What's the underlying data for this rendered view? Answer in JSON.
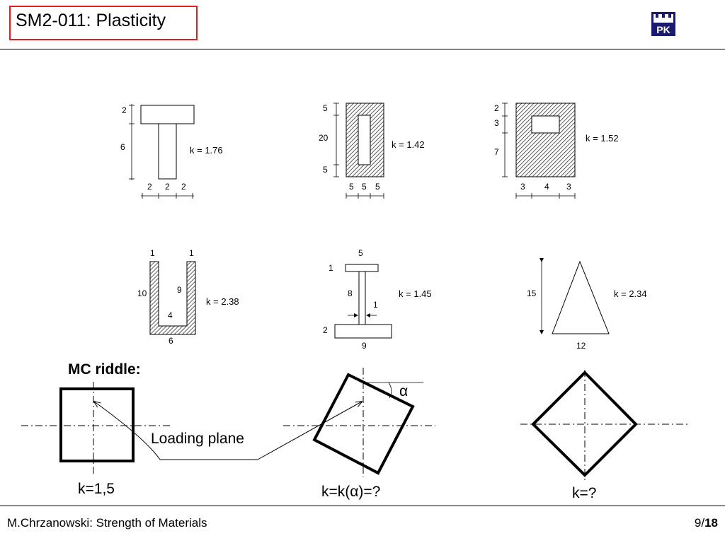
{
  "header": {
    "title": "SM2-011: Plasticity",
    "logo_text": "PK"
  },
  "sections": [
    {
      "name": "T-section",
      "dims": [
        "2",
        "6",
        "2",
        "2",
        "2"
      ],
      "k": "k = 1.76"
    },
    {
      "name": "hollow-rectangle-slot",
      "dims": [
        "5",
        "20",
        "5",
        "5",
        "5",
        "5"
      ],
      "k": "k = 1.42"
    },
    {
      "name": "hollow-rectangle-box",
      "dims": [
        "2",
        "3",
        "7",
        "3",
        "4",
        "3"
      ],
      "k": "k = 1.52"
    },
    {
      "name": "U-channel",
      "dims": [
        "1",
        "1",
        "10",
        "9",
        "4",
        "6"
      ],
      "k": "k = 2.38"
    },
    {
      "name": "I-section",
      "dims": [
        "5",
        "1",
        "8",
        "1",
        "2",
        "9"
      ],
      "k": "k = 1.45"
    },
    {
      "name": "triangle",
      "dims": [
        "15",
        "12"
      ],
      "k": "k = 2.34"
    }
  ],
  "riddle": {
    "heading": "MC riddle:",
    "loading_plane": "Loading plane",
    "alpha": "α",
    "k_square": "k=1,5",
    "k_rotated": "k=k(α)=?",
    "k_diamond": "k=?"
  },
  "footer": {
    "author": "M.Chrzanowski: Strength of Materials",
    "page_current": "9/",
    "page_total": "18"
  }
}
